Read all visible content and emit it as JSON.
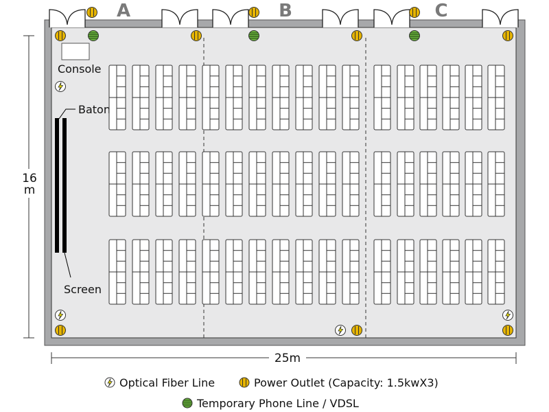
{
  "sections": [
    "A",
    "B",
    "C"
  ],
  "labels": {
    "console": "Console",
    "baton": "Baton",
    "screen": "Screen"
  },
  "dimensions": {
    "height_value": "16",
    "height_unit": "m",
    "width": "25m"
  },
  "legend": {
    "fiber": "Optical Fiber Line",
    "power": "Power Outlet (Capacity: 1.5kwX3)",
    "phone": "Temporary Phone Line / VDSL"
  },
  "colors": {
    "wall": "#a7a8aa",
    "floor": "#e8e8e9",
    "power": "#e6b400",
    "phone": "#6cb33f",
    "fiber": "#f2e600",
    "section_label": "#7a7a7a"
  }
}
